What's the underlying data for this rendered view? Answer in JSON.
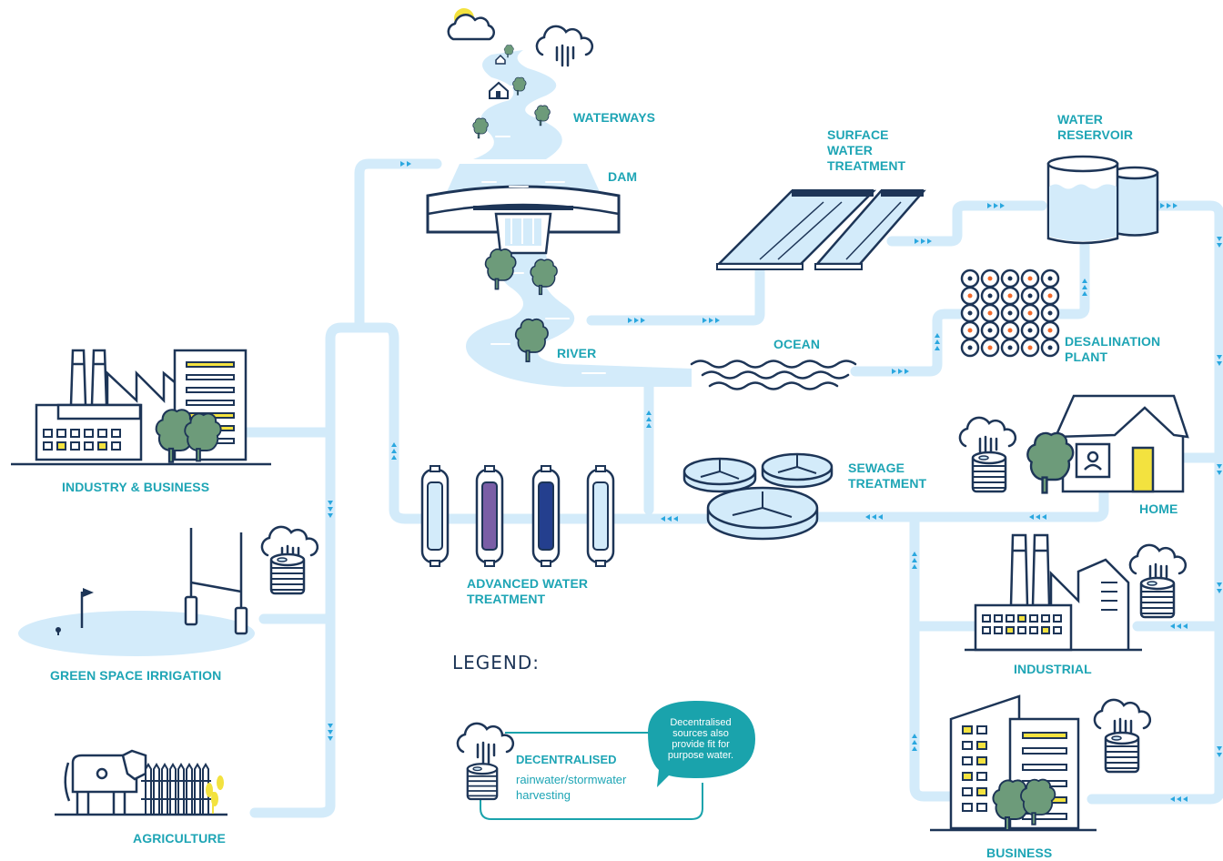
{
  "colors": {
    "pipe": "#d3ebfa",
    "pipe_edge": "#bfe1f6",
    "arrow": "#2aa7df",
    "label": "#1ea5b5",
    "navy": "#1d3557",
    "tree": "#6d9b7a",
    "yellow": "#f3e23f",
    "bubble": "#1aa3ac",
    "legend_title": "#1d3557",
    "purple": "#7a5ea6",
    "dark_blue": "#243f8e",
    "orange": "#f36a2b"
  },
  "labels": {
    "waterways": "WATERWAYS",
    "dam": "DAM",
    "surface_water_treatment": [
      "SURFACE",
      "WATER",
      "TREATMENT"
    ],
    "water_reservoir": [
      "WATER",
      "RESERVOIR"
    ],
    "river": "RIVER",
    "ocean": "OCEAN",
    "desalination_plant": [
      "DESALINATION",
      "PLANT"
    ],
    "sewage_treatment": [
      "SEWAGE",
      "TREATMENT"
    ],
    "advanced_water_treatment": [
      "ADVANCED WATER",
      "TREATMENT"
    ],
    "industry_business": "INDUSTRY & BUSINESS",
    "green_space_irrigation": "GREEN SPACE IRRIGATION",
    "agriculture": "AGRICULTURE",
    "home": "HOME",
    "industrial": "INDUSTRIAL",
    "business": "BUSINESS"
  },
  "legend": {
    "title": "LEGEND:",
    "heading": "DECENTRALISED",
    "description": "rainwater/stormwater harvesting",
    "bubble": [
      "Decentralised",
      "sources also",
      "provide fit for",
      "purpose water."
    ]
  },
  "icons": [
    "sun-cloud-icon",
    "rain-cloud-icon",
    "tree-icon",
    "house-icon",
    "factory-icon",
    "office-building-icon",
    "water-tank-icon",
    "rugby-goal-icon",
    "flag-icon",
    "cow-icon",
    "fence-icon",
    "wheat-icon",
    "filter-cartridge-icon",
    "arrow-icon"
  ]
}
